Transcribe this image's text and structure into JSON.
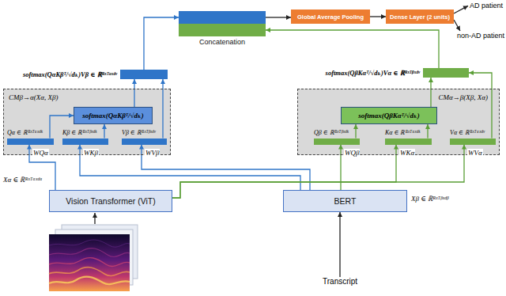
{
  "diagram": {
    "nodes": [
      {
        "text": [
          "Concatenation"
        ]
      },
      {
        "text": [
          "Global Average Pooling"
        ]
      },
      {
        "text": [
          "Dense Layer (2 units)"
        ]
      },
      {
        "text": [
          "AD patient"
        ]
      },
      {
        "text": [
          "non-AD patient"
        ]
      },
      {
        "text": [
          "softmax(QαKβᵀ/√dₖ)Vβ ∈ ℝᴮˣᵀᵅˣᵈᵛ"
        ]
      },
      {
        "text": [
          "softmax(QβKαᵀ/√dₖ)Vα ∈ ℝᴮˣᵀᵝˣᵈᵛ"
        ]
      },
      {
        "text": [
          "CMβ→α(Xα, Xβ)"
        ]
      },
      {
        "text": [
          "softmax(QαKβᵀ/√dₖ)"
        ],
        "in": 7
      },
      {
        "text": [
          "Qα ∈ ℝᴮˣᵀᵅˣᵈᵏ"
        ],
        "in": 7
      },
      {
        "text": [
          "Kβ ∈ ℝᴮˣᵀᵝˣᵈᵏ"
        ],
        "in": 7
      },
      {
        "text": [
          "Vβ ∈ ℝᴮˣᵀᵝˣᵈᵛ"
        ],
        "in": 7
      },
      {
        "text": [
          "CMα→β(Xβ, Xα)"
        ]
      },
      {
        "text": [
          "softmax(QβKαᵀ/√dₖ)"
        ],
        "in": 12
      },
      {
        "text": [
          "Qβ ∈ ℝᴮˣᵀᵝˣᵈᵏ"
        ],
        "in": 12
      },
      {
        "text": [
          "Kα ∈ ℝᴮˣᵀᵅˣᵈᵏ"
        ],
        "in": 12
      },
      {
        "text": [
          "Vα ∈ ℝᴮˣᵀᵅˣᵈᵛ"
        ],
        "in": 12
      },
      {
        "text": [
          "Vision Transformer (ViT)"
        ]
      },
      {
        "text": [
          "BERT"
        ]
      },
      {
        "text": [
          "Transcript"
        ]
      }
    ],
    "edges": [
      {
        "from": 0,
        "to": 1,
        "arrow": "to"
      },
      {
        "from": 1,
        "to": 2,
        "arrow": "to"
      },
      {
        "from": 2,
        "to": 3,
        "arrow": "to"
      },
      {
        "from": 2,
        "to": 4,
        "arrow": "to"
      },
      {
        "from": 5,
        "to": 0,
        "arrow": "to"
      },
      {
        "from": 6,
        "to": 0,
        "arrow": "to"
      },
      {
        "from": 8,
        "to": 5,
        "arrow": "to"
      },
      {
        "from": 11,
        "to": 5,
        "arrow": "to"
      },
      {
        "from": 9,
        "to": 8,
        "arrow": "to"
      },
      {
        "from": 10,
        "to": 8,
        "arrow": "to"
      },
      {
        "from": 13,
        "to": 6,
        "arrow": "to"
      },
      {
        "from": 16,
        "to": 6,
        "arrow": "to"
      },
      {
        "from": 14,
        "to": 13,
        "arrow": "to"
      },
      {
        "from": 15,
        "to": 13,
        "arrow": "to"
      },
      {
        "from": 17,
        "to": 9,
        "label": "WQα",
        "arrow": "to"
      },
      {
        "from": 18,
        "to": 10,
        "label": "WKβ",
        "arrow": "to"
      },
      {
        "from": 18,
        "to": 11,
        "label": "WVβ",
        "arrow": "to"
      },
      {
        "from": 18,
        "to": 14,
        "label": "WQβ",
        "arrow": "to"
      },
      {
        "from": 17,
        "to": 15,
        "label": "WKα",
        "arrow": "to"
      },
      {
        "from": 17,
        "to": 16,
        "label": "WVα",
        "arrow": "to"
      },
      {
        "from": 19,
        "to": 18,
        "arrow": "to"
      }
    ],
    "labels": [
      "Xα ∈ ℝᴮˣᵀᵅˣᵈᵅ",
      "Xβ ∈ ℝᴮˣᵀᵝˣᵈᵝ"
    ]
  }
}
